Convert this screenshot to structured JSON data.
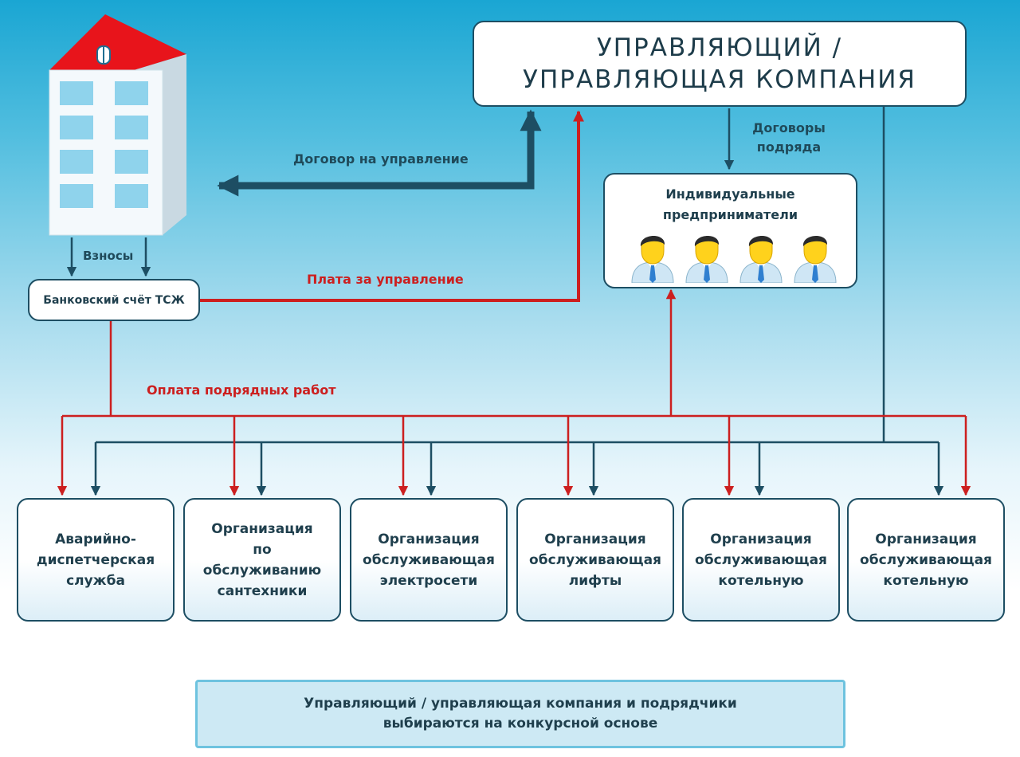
{
  "manager": {
    "line1": "УПРАВЛЯЮЩИЙ /",
    "line2": "УПРАВЛЯЮЩАЯ КОМПАНИЯ"
  },
  "bank_account": "Банковский счёт ТСЖ",
  "individual_entrepreneurs": {
    "line1": "Индивидуальные",
    "line2": "предприниматели",
    "person_count": 4
  },
  "labels": {
    "management_contract": "Договор на управление",
    "contributions": "Взносы",
    "management_fee": "Плата за управление",
    "contractor_payment": "Оплата подрядных работ",
    "work_contracts_line1": "Договоры",
    "work_contracts_line2": "подряда"
  },
  "organizations": [
    {
      "line1": "Аварийно-",
      "line2": "диспетчерская",
      "line3": "служба",
      "line4": ""
    },
    {
      "line1": "Организация",
      "line2": "по",
      "line3": "обслуживанию",
      "line4": "сантехники"
    },
    {
      "line1": "Организация",
      "line2": "обслуживающая",
      "line3": "электросети",
      "line4": ""
    },
    {
      "line1": "Организация",
      "line2": "обслуживающая",
      "line3": "лифты",
      "line4": ""
    },
    {
      "line1": "Организация",
      "line2": "обслуживающая",
      "line3": "котельную",
      "line4": ""
    },
    {
      "line1": "Организация",
      "line2": "обслуживающая",
      "line3": "котельную",
      "line4": ""
    }
  ],
  "footer": {
    "line1": "Управляющий / управляющая компания и подрядчики",
    "line2": "выбираются на конкурсной основе"
  },
  "colors": {
    "dark_flow": "#1d4e63",
    "money_flow": "#cc1f1f",
    "roof": "#e8141b",
    "building_wall": "#f4f9fc",
    "window": "#8fd3ec"
  }
}
